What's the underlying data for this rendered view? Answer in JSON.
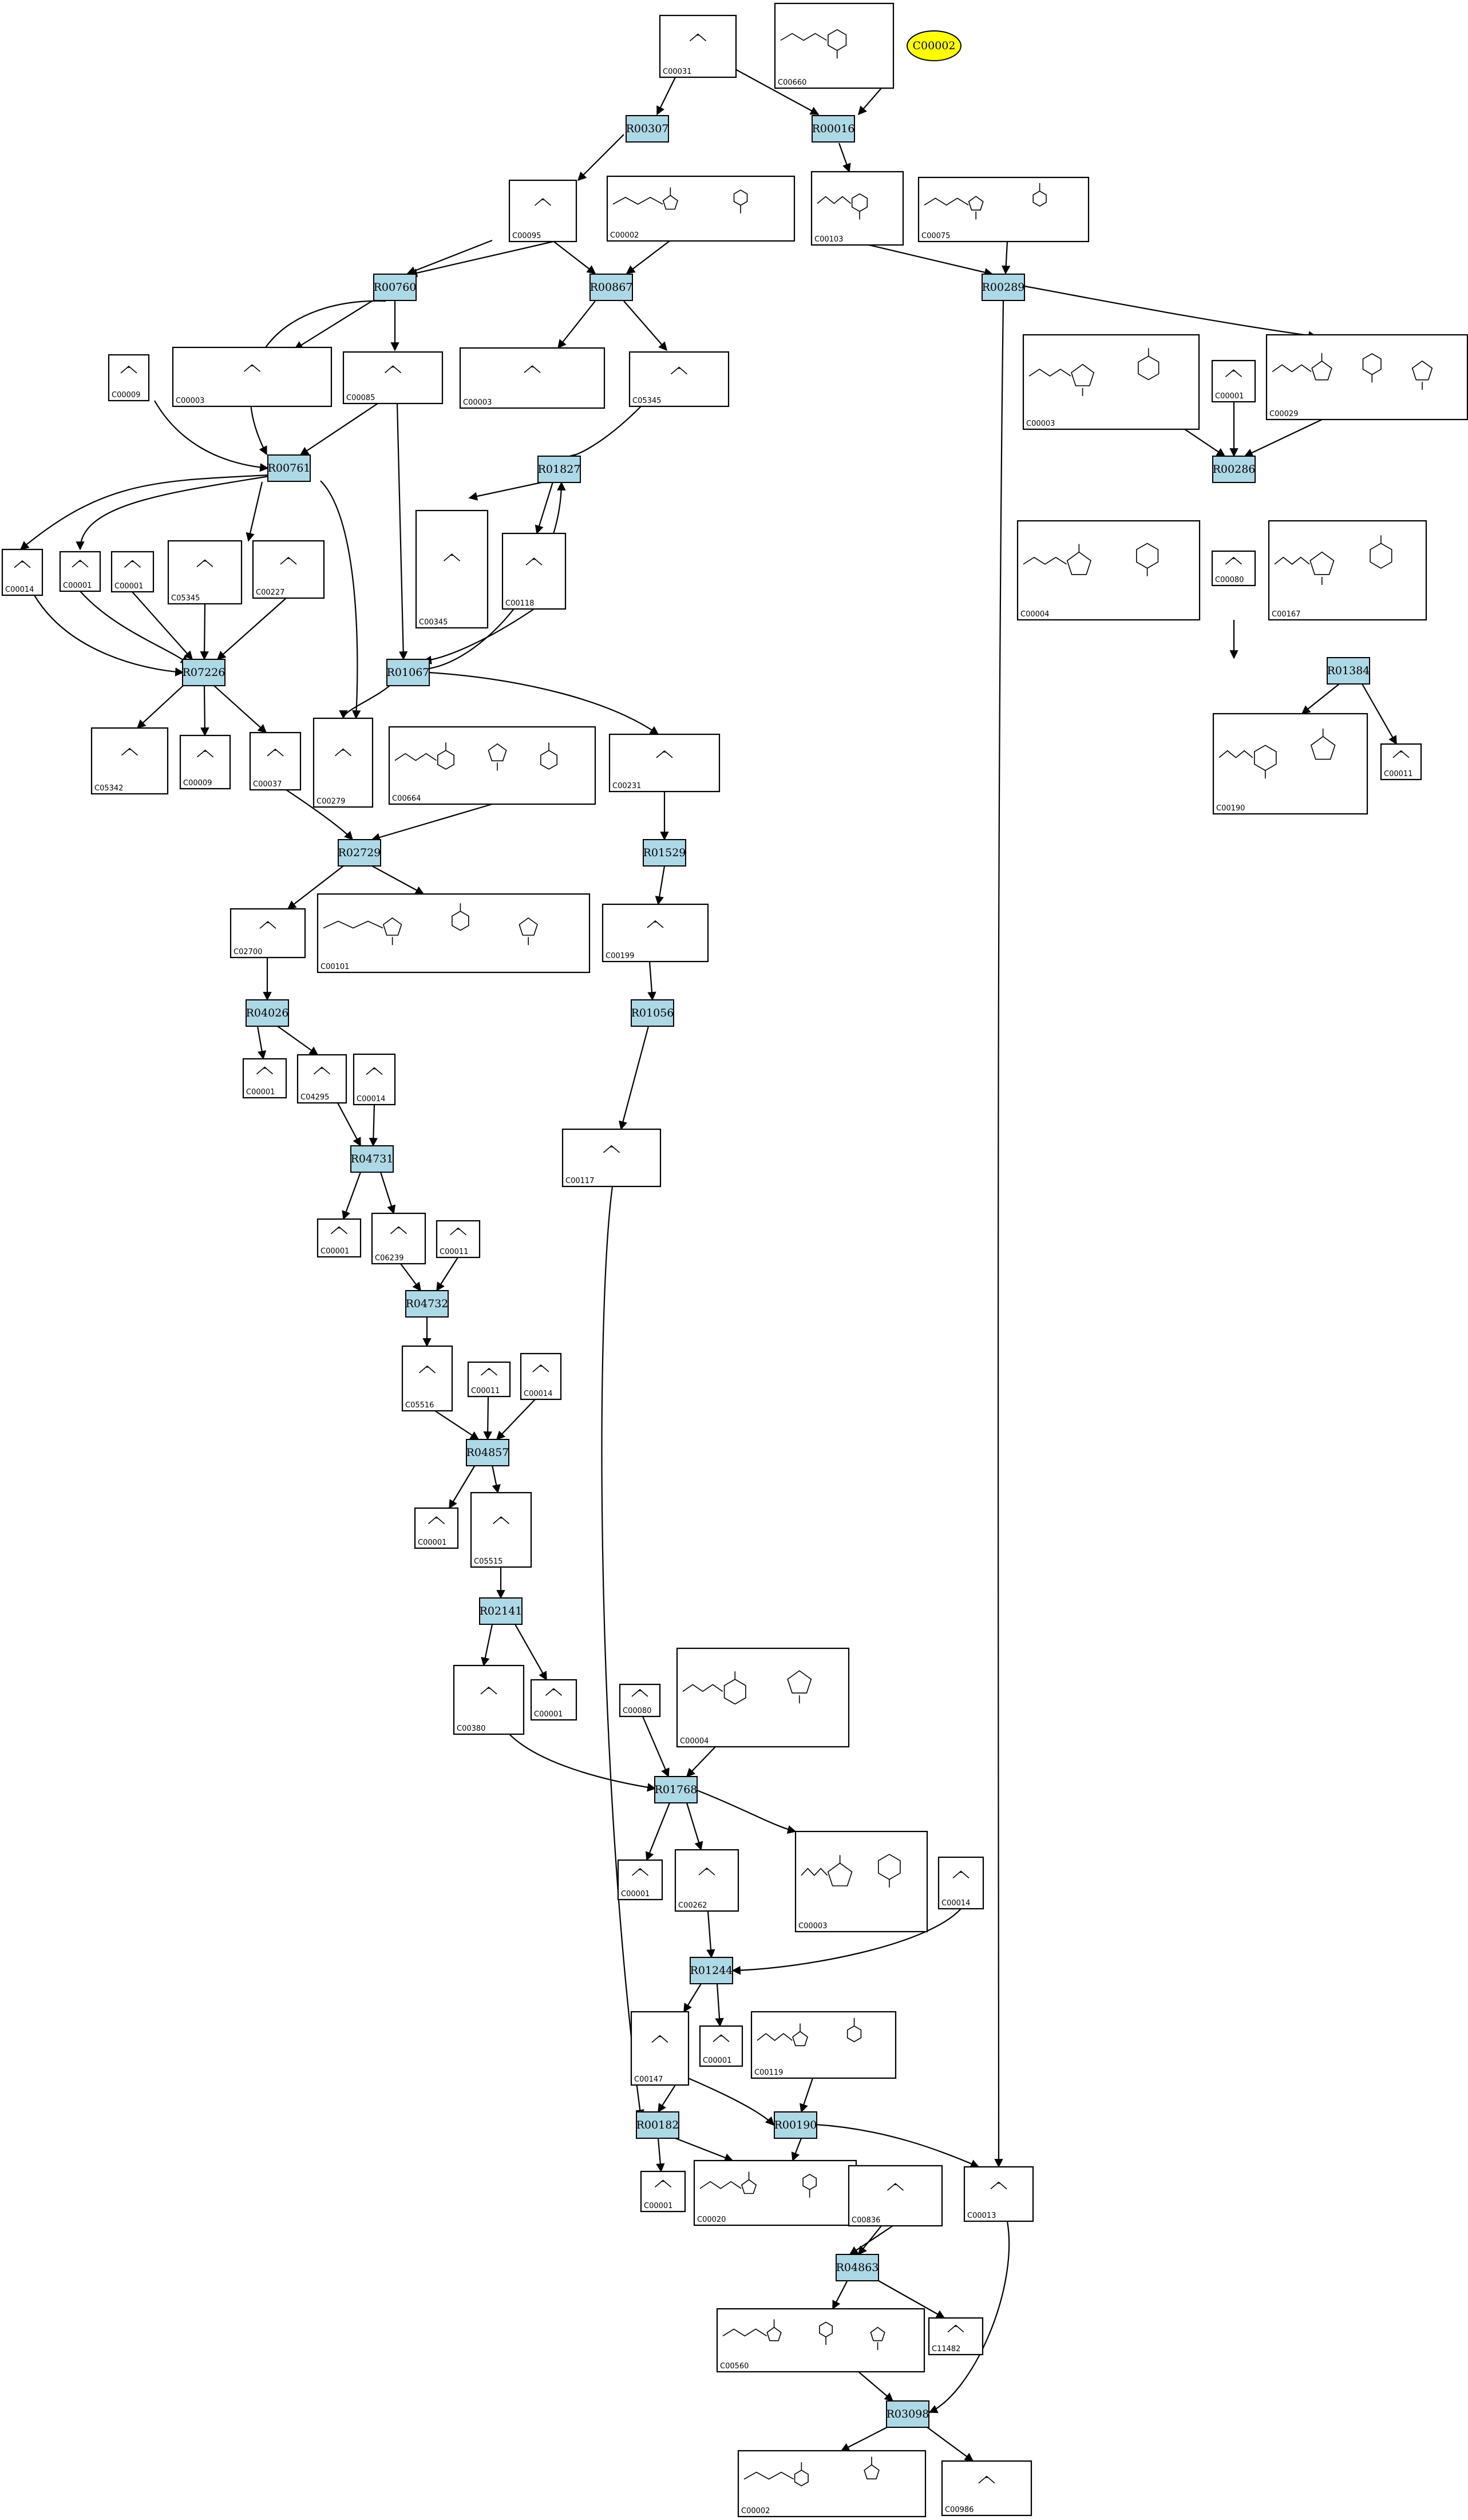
{
  "highlight_compound": "C00002",
  "colors": {
    "reaction_fill": "#add8e6",
    "highlight_fill": "#ffff00",
    "edge": "#000000",
    "box_stroke": "#000000"
  },
  "compounds": [
    {
      "id": "C00031"
    },
    {
      "id": "C00660"
    },
    {
      "id": "C00002"
    },
    {
      "id": "C00095"
    },
    {
      "id": "C00002"
    },
    {
      "id": "C00103"
    },
    {
      "id": "C00075"
    },
    {
      "id": "C00009"
    },
    {
      "id": "C00003"
    },
    {
      "id": "C00085"
    },
    {
      "id": "C00003"
    },
    {
      "id": "C05345"
    },
    {
      "id": "C00003"
    },
    {
      "id": "C00001"
    },
    {
      "id": "C00029"
    },
    {
      "id": "C00014"
    },
    {
      "id": "C00001"
    },
    {
      "id": "C00001"
    },
    {
      "id": "C05345"
    },
    {
      "id": "C00227"
    },
    {
      "id": "C00345"
    },
    {
      "id": "C00118"
    },
    {
      "id": "C00004"
    },
    {
      "id": "C00080"
    },
    {
      "id": "C00167"
    },
    {
      "id": "C05342"
    },
    {
      "id": "C00009"
    },
    {
      "id": "C00037"
    },
    {
      "id": "C00279"
    },
    {
      "id": "C00664"
    },
    {
      "id": "C00231"
    },
    {
      "id": "C00190"
    },
    {
      "id": "C00011"
    },
    {
      "id": "C02700"
    },
    {
      "id": "C00101"
    },
    {
      "id": "C00199"
    },
    {
      "id": "C00001"
    },
    {
      "id": "C04295"
    },
    {
      "id": "C00014"
    },
    {
      "id": "C00117"
    },
    {
      "id": "C00001"
    },
    {
      "id": "C06239"
    },
    {
      "id": "C00011"
    },
    {
      "id": "C05516"
    },
    {
      "id": "C00011"
    },
    {
      "id": "C00014"
    },
    {
      "id": "C00001"
    },
    {
      "id": "C05515"
    },
    {
      "id": "C00380"
    },
    {
      "id": "C00001"
    },
    {
      "id": "C00080"
    },
    {
      "id": "C00004"
    },
    {
      "id": "C00001"
    },
    {
      "id": "C00262"
    },
    {
      "id": "C00003"
    },
    {
      "id": "C00014"
    },
    {
      "id": "C00147"
    },
    {
      "id": "C00001"
    },
    {
      "id": "C00119"
    },
    {
      "id": "C00001"
    },
    {
      "id": "C00020"
    },
    {
      "id": "C00836"
    },
    {
      "id": "C00013"
    },
    {
      "id": "C11482"
    },
    {
      "id": "C00560"
    },
    {
      "id": "C00002"
    },
    {
      "id": "C00986"
    }
  ],
  "reactions": [
    {
      "id": "R00307"
    },
    {
      "id": "R00016"
    },
    {
      "id": "R00760"
    },
    {
      "id": "R00867"
    },
    {
      "id": "R00289"
    },
    {
      "id": "R00761"
    },
    {
      "id": "R01827"
    },
    {
      "id": "R00286"
    },
    {
      "id": "R07226"
    },
    {
      "id": "R01067"
    },
    {
      "id": "R01384"
    },
    {
      "id": "R02729"
    },
    {
      "id": "R01529"
    },
    {
      "id": "R04026"
    },
    {
      "id": "R01056"
    },
    {
      "id": "R04731"
    },
    {
      "id": "R04732"
    },
    {
      "id": "R04857"
    },
    {
      "id": "R02141"
    },
    {
      "id": "R01768"
    },
    {
      "id": "R01244"
    },
    {
      "id": "R00182"
    },
    {
      "id": "R00190"
    },
    {
      "id": "R04863"
    },
    {
      "id": "R03098"
    }
  ]
}
